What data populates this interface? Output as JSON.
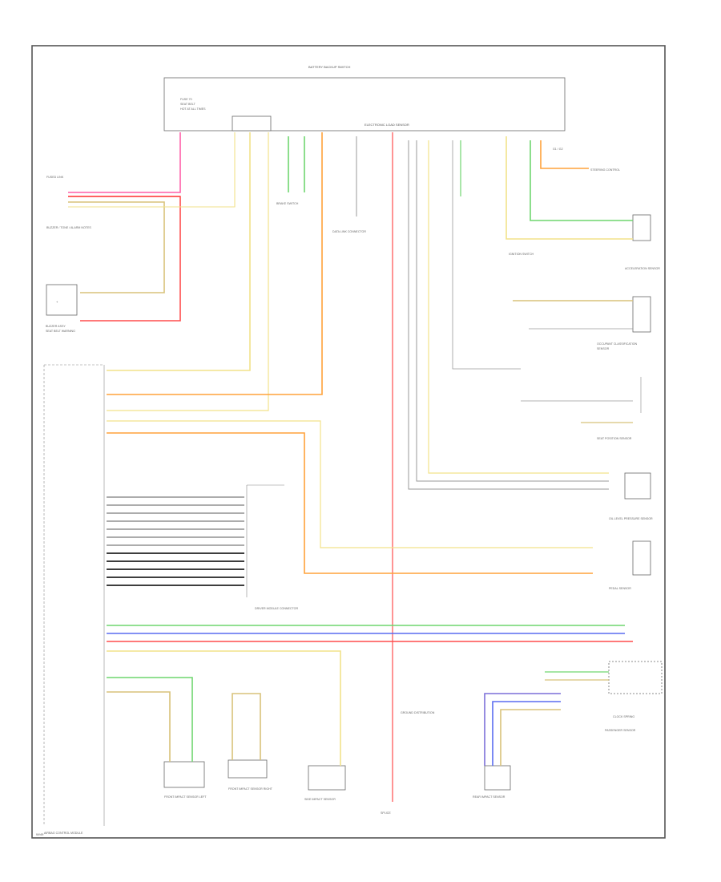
{
  "diagram": {
    "footer_code": "W/49",
    "colors": {
      "red": "#ff4d4d",
      "pink": "#ff5fa8",
      "orange": "#ffa23a",
      "yellow": "#f2e28a",
      "tan": "#d8c27a",
      "green": "#6fd66f",
      "blue": "#5a6cf0",
      "violet": "#7c6fd8",
      "gray": "#9a9a9a",
      "black": "#222222"
    },
    "top_module": {
      "title": "BATTERY BACKUP SWITCH",
      "lines": [
        "FUSE 70",
        "SEAT BELT",
        "HOT AT ALL TIMES"
      ]
    },
    "mid_connector": {
      "title": "ELECTRONIC LOAD SENSOR"
    },
    "labels": {
      "fused_c1": "FUSED LINK",
      "buzzer_note": "BUZZER / TONE / ALARM NOTES",
      "buzzer": "BUZZER ASSY",
      "buzzer_sub": "SEAT BELT WARNING",
      "brake_switch": "BRAKE SWITCH",
      "data_link": "DATA LINK CONNECTOR",
      "ground": "GROUND DISTRIBUTION",
      "g_note": "G1 / G2",
      "ign_switch": "IGNITION SWITCH",
      "acc_sensor": "ACCELERATION SENSOR",
      "occupant": "OCCUPANT CLASSIFICATION",
      "occupant_sub": "SENSOR",
      "seat_sensor": "SEAT POSITION SENSOR",
      "oil_sensor": "OIL LEVEL PRESSURE SENSOR",
      "pedal_sensor": "PEDAL SENSOR",
      "driver_module": "DRIVER MODULE CONNECTOR",
      "airbag_module": "AIRBAG CONTROL MODULE",
      "steering": "STEERING CONTROL",
      "clock_spring": "CLOCK SPRING",
      "sensor_l": "FRONT IMPACT SENSOR LEFT",
      "sensor_r": "FRONT IMPACT SENSOR RIGHT",
      "side_sensor": "SIDE IMPACT SENSOR",
      "splice": "SPLICE",
      "rear_sensor": "REAR IMPACT SENSOR",
      "passenger": "PASSENGER SENSOR"
    }
  }
}
